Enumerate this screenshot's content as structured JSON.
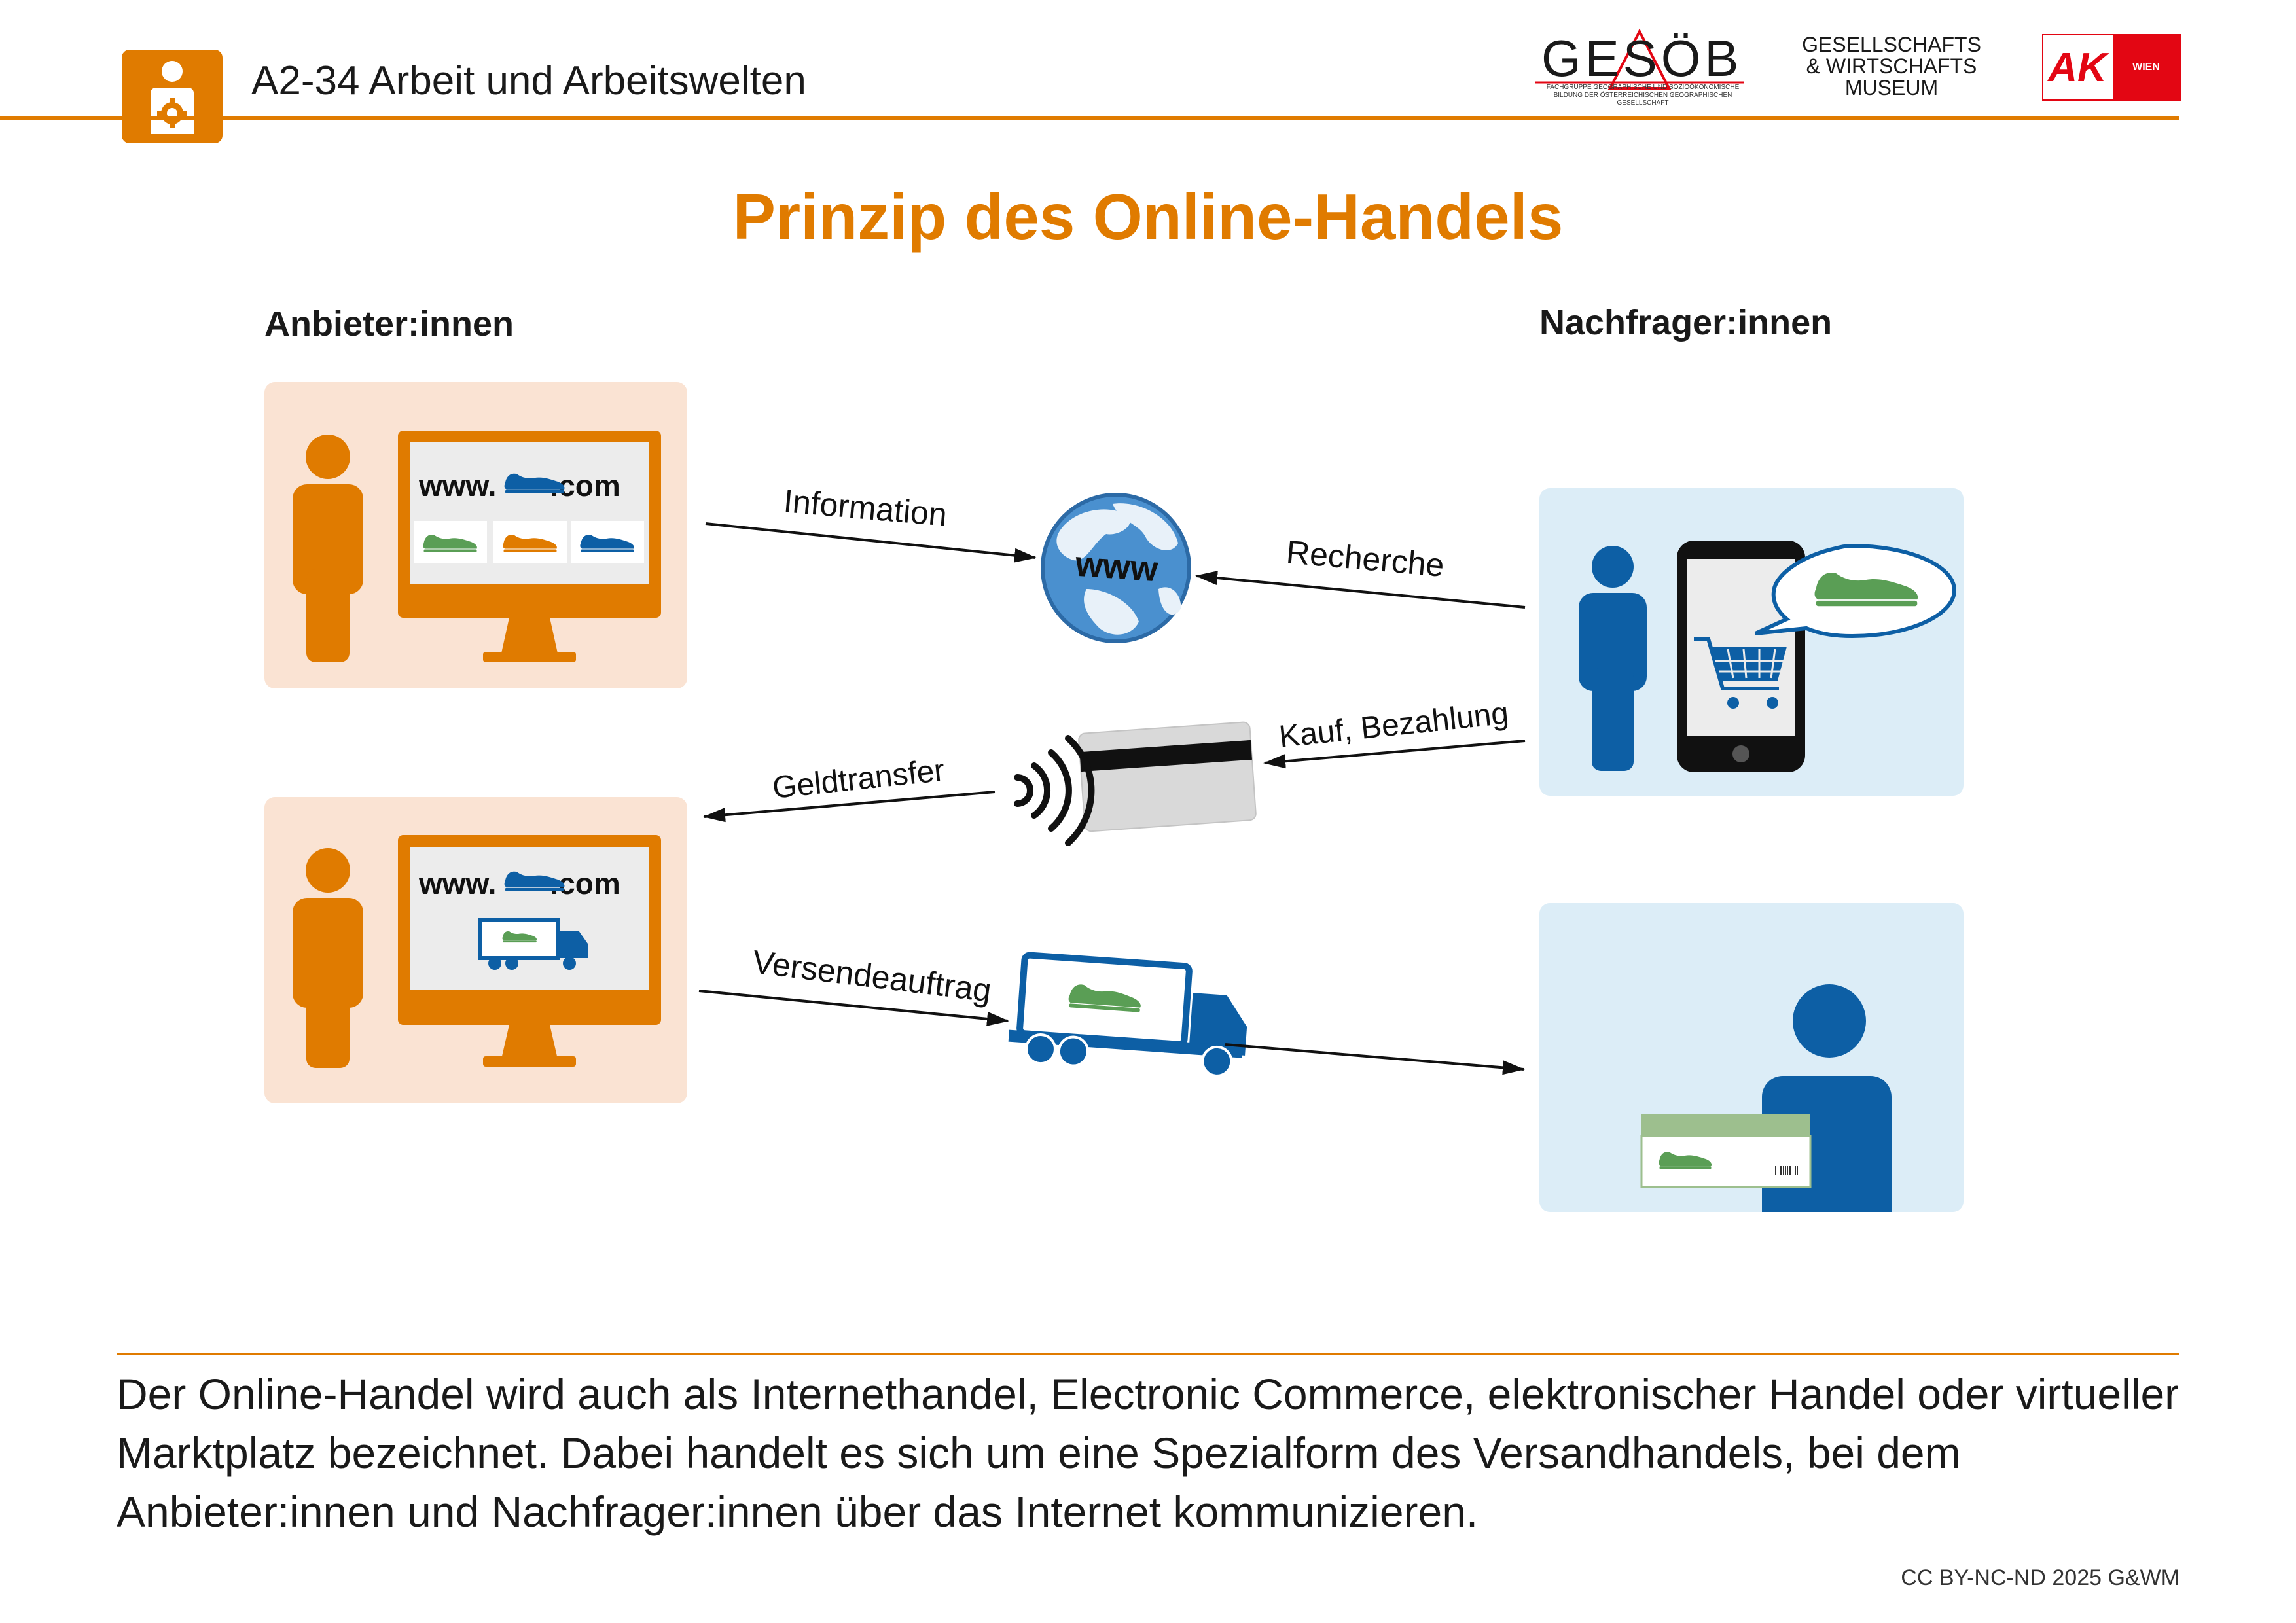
{
  "header": {
    "title": "A2-34 Arbeit und Arbeitswelten",
    "logo_gesoeb": "GESÖB",
    "logo_gesoeb_sub": "FACHGRUPPE GEOGRAPHISCHE UND SOZIOÖKONOMISCHE BILDUNG DER ÖSTERREICHISCHEN GEOGRAPHISCHEN GESELLSCHAFT",
    "logo_museum": [
      "GESELLSCHAFTS",
      "& WIRTSCHAFTS",
      "MUSEUM"
    ],
    "logo_ak": "AK",
    "logo_ak_sub": "WIEN"
  },
  "title": "Prinzip des Online-Handels",
  "labels": {
    "left": "Anbieter:innen",
    "right": "Nachfrager:innen"
  },
  "screens": {
    "url_prefix": "www.",
    "url_suffix": ".com"
  },
  "globe_text": "www",
  "arrows": {
    "information": "Information",
    "recherche": "Recherche",
    "kauf": "Kauf, Bezahlung",
    "geldtransfer": "Geldtransfer",
    "versand": "Versendeauftrag"
  },
  "description": "Der Online-Handel wird auch als Internethandel, Electronic Commerce, elektronischer Handel oder virtueller Marktplatz bezeichnet. Dabei handelt es sich um eine Spezialform des Versandhandels, bei dem Anbieter:innen und Nachfrager:innen über das Internet kommunizieren.",
  "copyright": "CC BY-NC-ND 2025 G&WM",
  "colors": {
    "orange": "#e07b00",
    "orange_light": "#fae3d3",
    "blue": "#0d5fa5",
    "blue_light": "#dcedf7",
    "green": "#5a9e55",
    "gray_screen": "#ececec"
  }
}
